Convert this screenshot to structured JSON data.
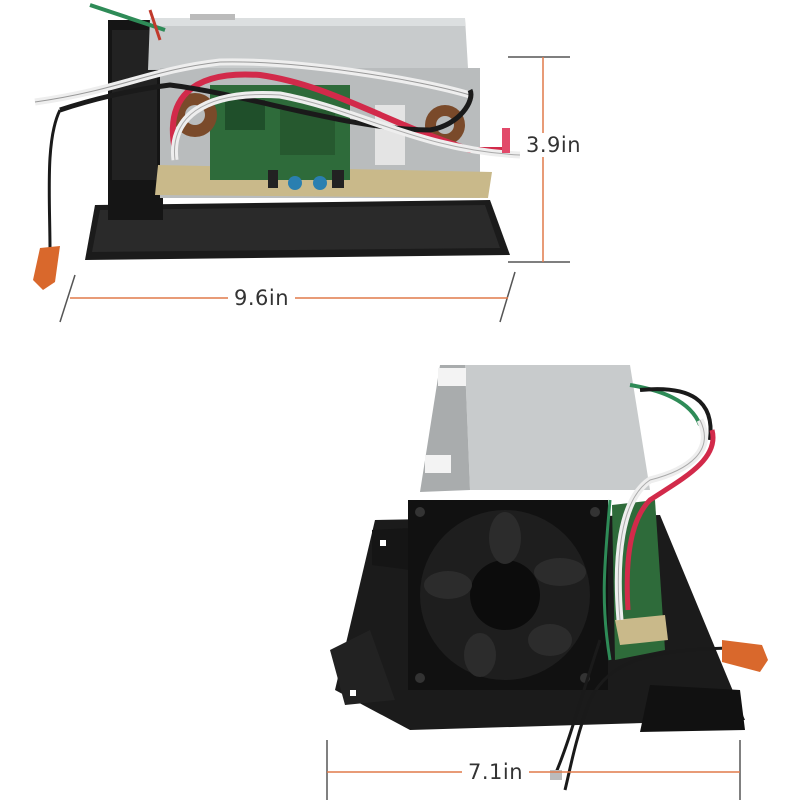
{
  "dimensions": {
    "height_top": "3.9in",
    "width_top": "9.6in",
    "depth_bottom": "7.1in"
  },
  "colors": {
    "dimension_line": "#e07a4a",
    "tick": "#555555",
    "pcb_green": "#2e6b3a",
    "chassis_black": "#1b1b1b",
    "cover_silver": "#c8cbcc",
    "wire_red": "#d22a4a",
    "wire_white": "#eeeeee",
    "wire_green": "#2e8b57",
    "wire_nut": "#d9682c"
  }
}
